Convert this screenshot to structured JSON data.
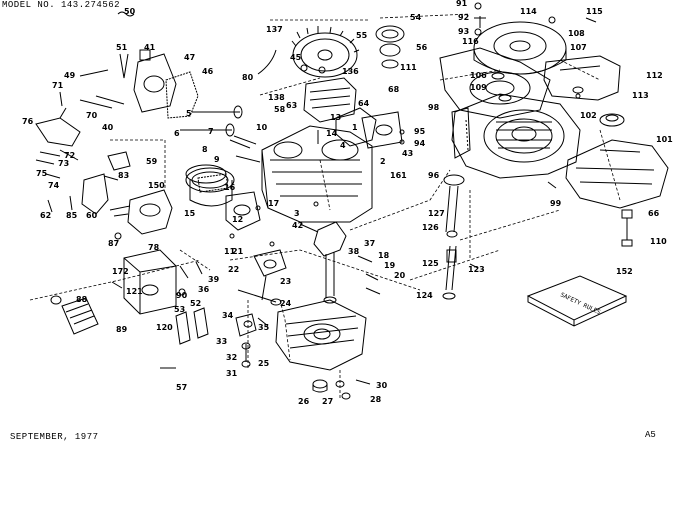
{
  "header": {
    "model_no": "MODEL NO. 143.274562"
  },
  "footer": {
    "date": "SEPTEMBER, 1977",
    "code": "A5"
  },
  "manual": {
    "title": "SAFETY RULES"
  },
  "callouts": [
    "50",
    "51",
    "41",
    "47",
    "46",
    "49",
    "71",
    "70",
    "40",
    "76",
    "73",
    "72",
    "75",
    "74",
    "62",
    "85",
    "60",
    "83",
    "59",
    "150",
    "87",
    "78",
    "15",
    "16",
    "12",
    "6",
    "5",
    "7",
    "8",
    "9",
    "10",
    "11",
    "138",
    "58",
    "63",
    "64",
    "13",
    "14",
    "43",
    "161",
    "2",
    "3",
    "4",
    "1",
    "137",
    "45",
    "80",
    "136",
    "55",
    "54",
    "56",
    "91",
    "92",
    "93",
    "114",
    "115",
    "108",
    "107",
    "116",
    "106",
    "109",
    "111",
    "68",
    "112",
    "113",
    "98",
    "95",
    "94",
    "102",
    "101",
    "96",
    "99",
    "127",
    "126",
    "66",
    "110",
    "123",
    "125",
    "124",
    "152",
    "17",
    "37",
    "38",
    "42",
    "21",
    "22",
    "23",
    "18",
    "19",
    "20",
    "172",
    "120",
    "121",
    "88",
    "89",
    "90",
    "36",
    "39",
    "35",
    "34",
    "33",
    "53",
    "52",
    "32",
    "31",
    "57",
    "24",
    "25",
    "26",
    "27",
    "28",
    "30"
  ]
}
